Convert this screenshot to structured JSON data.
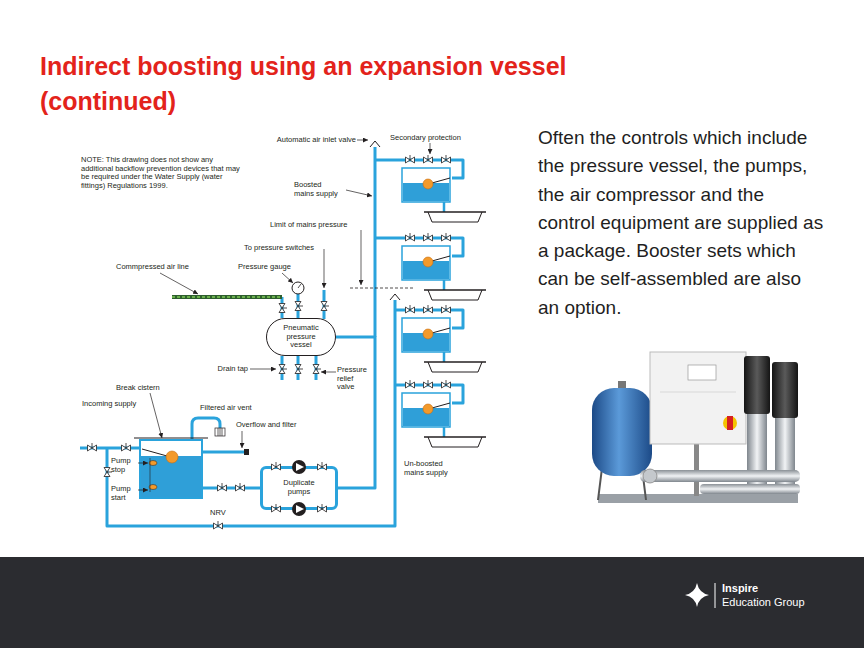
{
  "diagram": {
    "title": "Indirect boosting using an expansion vessel (continued)",
    "nodes": [
      {
        "text": [
          "Pneumatic pressure vessel"
        ]
      },
      {
        "text": [
          "Duplicate pumps"
        ]
      }
    ],
    "edges": [
      {
        "from": 1,
        "to": 0,
        "arrow": "none"
      }
    ],
    "labels": [
      "Automatic air inlet valve",
      "Secondary protection",
      "NOTE: This drawing does not show any additional backflow prevention devices that may be required under the Water Supply (water fittings) Regulations 1999.",
      "Boosted mains supply",
      "Limit of mains pressure",
      "To pressure switches",
      "Commpressed air line",
      "Pressure gauge",
      "Drain tap",
      "Pressure relief valve",
      "Break cistern",
      "Filtered air vent",
      "Incoming supply",
      "Overflow and filter",
      "Pump stop",
      "Pump start",
      "NRV",
      "Un-boosted mains supply",
      "Often the controls which include the pressure vessel, the pumps, the air compressor and the control equipment are supplied as a package. Booster sets which can be self-assembled are also an option.",
      "Inspire",
      "Education Group"
    ]
  }
}
